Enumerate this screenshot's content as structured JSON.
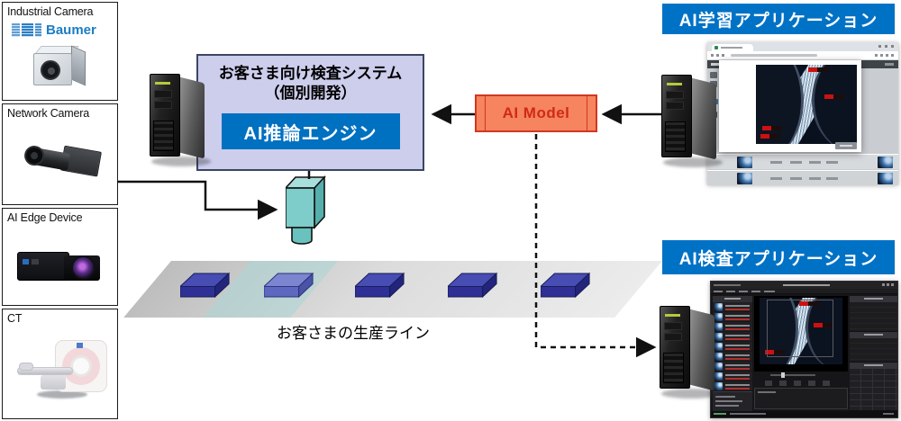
{
  "devices": {
    "items": [
      {
        "label": "Industrial Camera",
        "brand": "Baumer"
      },
      {
        "label": "Network Camera"
      },
      {
        "label": "AI Edge Device"
      },
      {
        "label": "CT"
      }
    ]
  },
  "system_box": {
    "title_line1": "お客さま向け検査システム",
    "title_line2": "（個別開発）",
    "engine_label": "AI推論エンジン"
  },
  "ai_model": {
    "label": "AI Model"
  },
  "production_line": {
    "label": "お客さまの生産ライン",
    "box_count": 5,
    "highlighted_box_index": 1
  },
  "apps": {
    "learning": {
      "banner": "AI学習アプリケーション"
    },
    "inspection": {
      "banner": "AI検査アプリケーション"
    }
  },
  "colors": {
    "accent_blue": "#0072c6",
    "engine_blue": "#0070c0",
    "system_box_fill": "#cdcdec",
    "system_box_border": "#3a4664",
    "ai_model_fill": "#f6845e",
    "ai_model_border": "#d2371f",
    "baumer_blue": "#1b7dc4",
    "product_indigo": "#3a3f9e",
    "camera_teal": "#7ecdca",
    "conveyor_gray": "#d2d2d2"
  }
}
